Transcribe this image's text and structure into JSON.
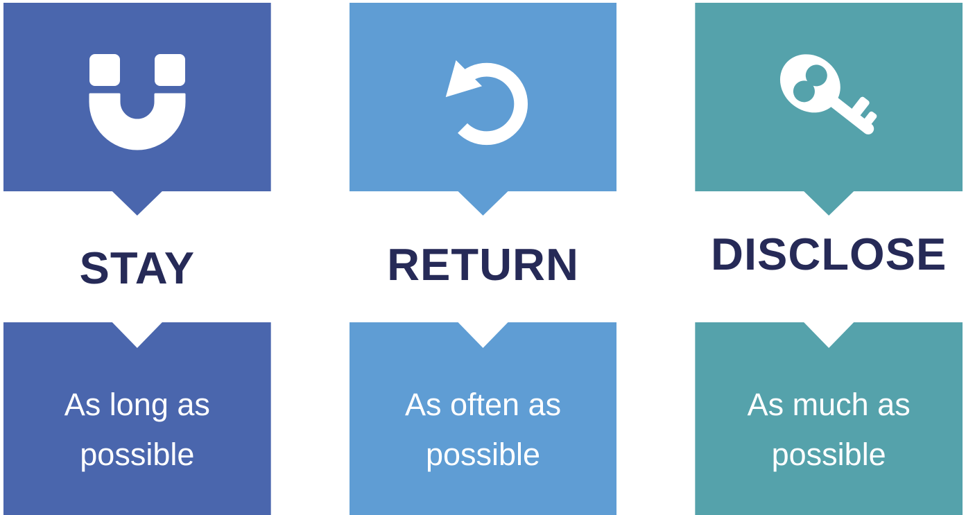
{
  "diagram": {
    "description": "Three-column retention infographic with callout boxes",
    "colors": {
      "stay_blue": "#4A66AD",
      "return_blue": "#5F9DD4",
      "disclose_teal": "#55A2AB",
      "heading_navy": "#262A57",
      "caption_white": "#FFFFFF"
    },
    "columns": [
      {
        "title": "STAY",
        "caption": "As long as\npossible",
        "icon": "magnet-icon"
      },
      {
        "title": "RETURN",
        "caption": "As often as\npossible",
        "icon": "rotate-ccw-icon"
      },
      {
        "title": "DISCLOSE",
        "caption": "As much as\npossible",
        "icon": "key-icon"
      }
    ]
  }
}
